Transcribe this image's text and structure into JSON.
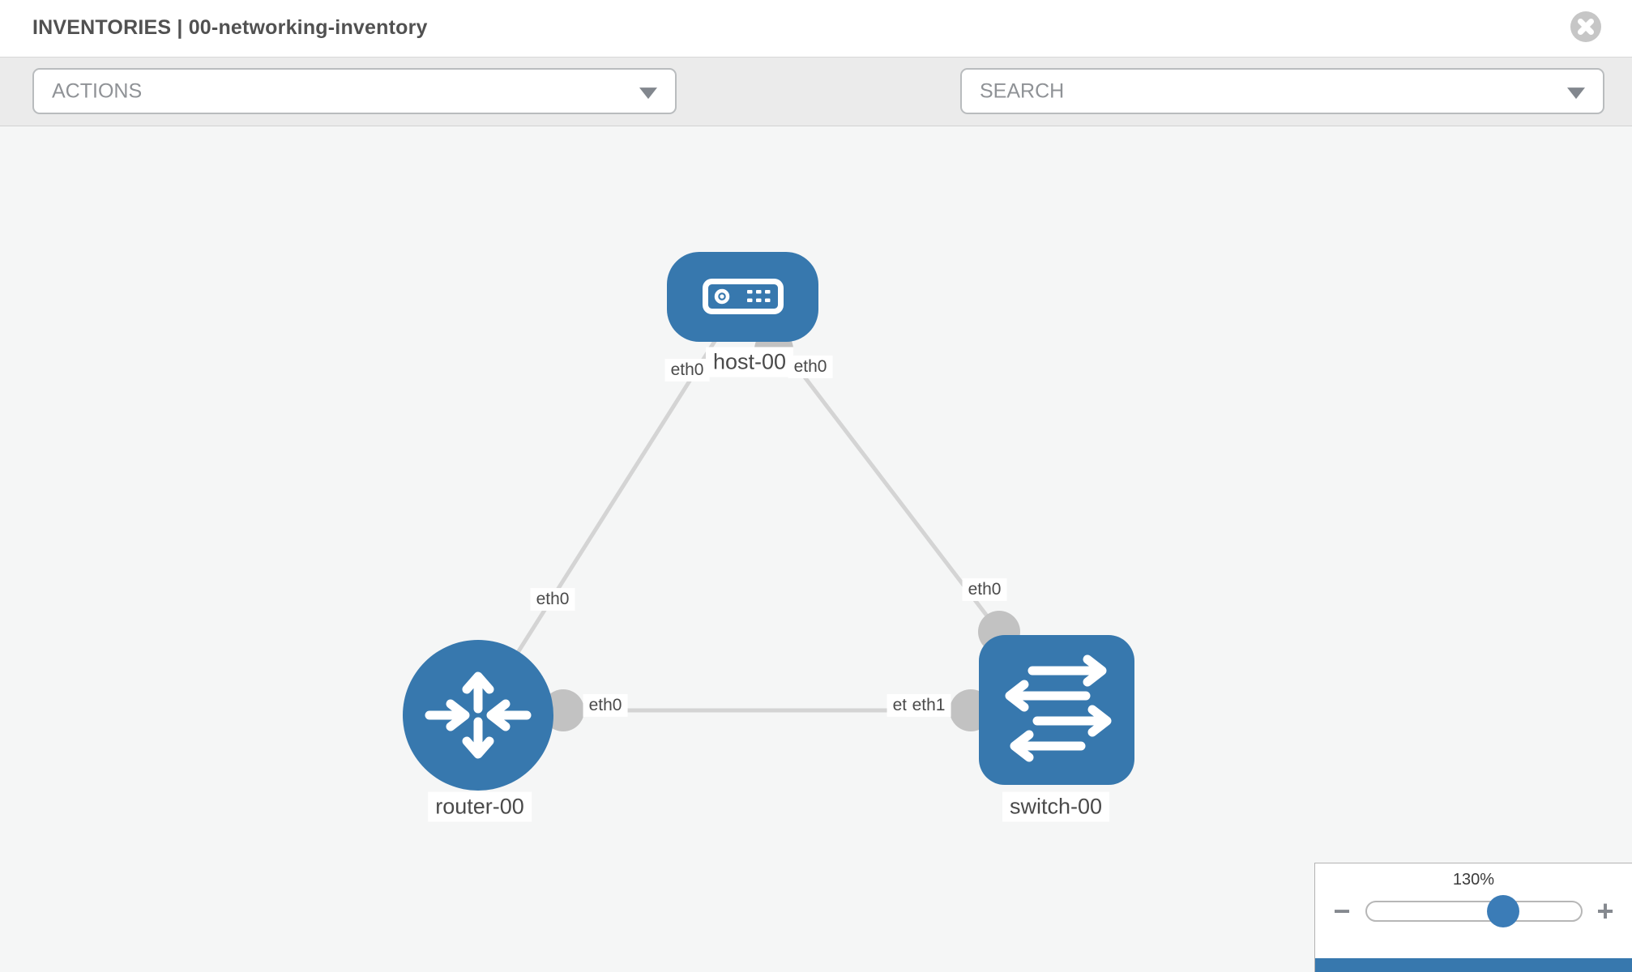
{
  "header": {
    "title": "INVENTORIES | 00-networking-inventory"
  },
  "toolbar": {
    "actions_label": "ACTIONS",
    "search_placeholder": "SEARCH",
    "icons": [
      "wrench-icon",
      "key-icon"
    ]
  },
  "zoom_widget": {
    "level": "130%",
    "percent": 64,
    "zoom_out": "−",
    "zoom_in": "+"
  },
  "topology": {
    "nodes": [
      {
        "label": "host-00",
        "type": "host"
      },
      {
        "label": "router-00",
        "type": "router"
      },
      {
        "label": "switch-00",
        "type": "switch"
      }
    ],
    "links": [
      {
        "source": "router-00",
        "source_interface": "eth0",
        "target": "host-00",
        "target_interface": "eth0"
      },
      {
        "source": "switch-00",
        "source_interface": "eth0",
        "target": "host-00",
        "target_interface": "eth0"
      },
      {
        "source": "router-00",
        "source_interface": "eth0",
        "target": "switch-00",
        "target_interface": "eth1"
      }
    ],
    "interface_labels": [
      {
        "text": "eth0"
      },
      {
        "text": "eth0"
      },
      {
        "text": "eth0"
      },
      {
        "text": "eth0"
      },
      {
        "text": "eth0"
      },
      {
        "text": "eth0"
      },
      {
        "text": "eth1"
      }
    ]
  },
  "colors": {
    "node_fill": "#3778ae",
    "link_line": "#d4d4d4",
    "endpoint_circle": "#c2c2c2",
    "canvas_bg": "#f5f6f6",
    "toolbar_bg": "#ebebeb",
    "accent_blue": "#3b7cb7",
    "label_text": "#4a4a4a",
    "placeholder_text": "#8f9296"
  }
}
